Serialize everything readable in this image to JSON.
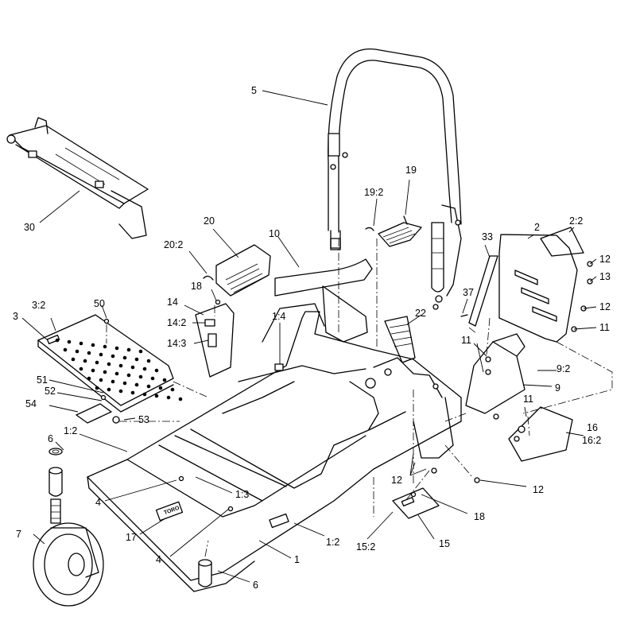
{
  "callouts": [
    {
      "id": "c5",
      "text": "5"
    },
    {
      "id": "c30",
      "text": "30"
    },
    {
      "id": "c20",
      "text": "20"
    },
    {
      "id": "c20_2",
      "text": "20:2"
    },
    {
      "id": "c10",
      "text": "10"
    },
    {
      "id": "c19",
      "text": "19"
    },
    {
      "id": "c19_2",
      "text": "19:2"
    },
    {
      "id": "c33",
      "text": "33"
    },
    {
      "id": "c2",
      "text": "2"
    },
    {
      "id": "c2_2",
      "text": "2:2"
    },
    {
      "id": "c12a",
      "text": "12"
    },
    {
      "id": "c13",
      "text": "13"
    },
    {
      "id": "c12b",
      "text": "12"
    },
    {
      "id": "c11a",
      "text": "11"
    },
    {
      "id": "c37",
      "text": "37"
    },
    {
      "id": "c18a",
      "text": "18"
    },
    {
      "id": "c14",
      "text": "14"
    },
    {
      "id": "c14_2",
      "text": "14:2"
    },
    {
      "id": "c14_3",
      "text": "14:3"
    },
    {
      "id": "c1_4",
      "text": "1:4"
    },
    {
      "id": "c22",
      "text": "22"
    },
    {
      "id": "c3_2",
      "text": "3:2"
    },
    {
      "id": "c50",
      "text": "50"
    },
    {
      "id": "c3",
      "text": "3"
    },
    {
      "id": "c11b",
      "text": "11"
    },
    {
      "id": "c9_2",
      "text": "9:2"
    },
    {
      "id": "c9",
      "text": "9"
    },
    {
      "id": "c51",
      "text": "51"
    },
    {
      "id": "c52",
      "text": "52"
    },
    {
      "id": "c54",
      "text": "54"
    },
    {
      "id": "c53",
      "text": "53"
    },
    {
      "id": "c11c",
      "text": "11"
    },
    {
      "id": "c16",
      "text": "16"
    },
    {
      "id": "c16_2",
      "text": "16:2"
    },
    {
      "id": "c6a",
      "text": "6"
    },
    {
      "id": "c1_2a",
      "text": "1:2"
    },
    {
      "id": "c12c",
      "text": "12"
    },
    {
      "id": "c12d",
      "text": "12"
    },
    {
      "id": "c1_3",
      "text": "1:3"
    },
    {
      "id": "c4a",
      "text": "4"
    },
    {
      "id": "c17",
      "text": "17"
    },
    {
      "id": "c18b",
      "text": "18"
    },
    {
      "id": "c7",
      "text": "7"
    },
    {
      "id": "c4b",
      "text": "4"
    },
    {
      "id": "c1",
      "text": "1"
    },
    {
      "id": "c1_2b",
      "text": "1:2"
    },
    {
      "id": "c15_2",
      "text": "15:2"
    },
    {
      "id": "c15",
      "text": "15"
    },
    {
      "id": "c6b",
      "text": "6"
    }
  ],
  "brand": "TORO"
}
